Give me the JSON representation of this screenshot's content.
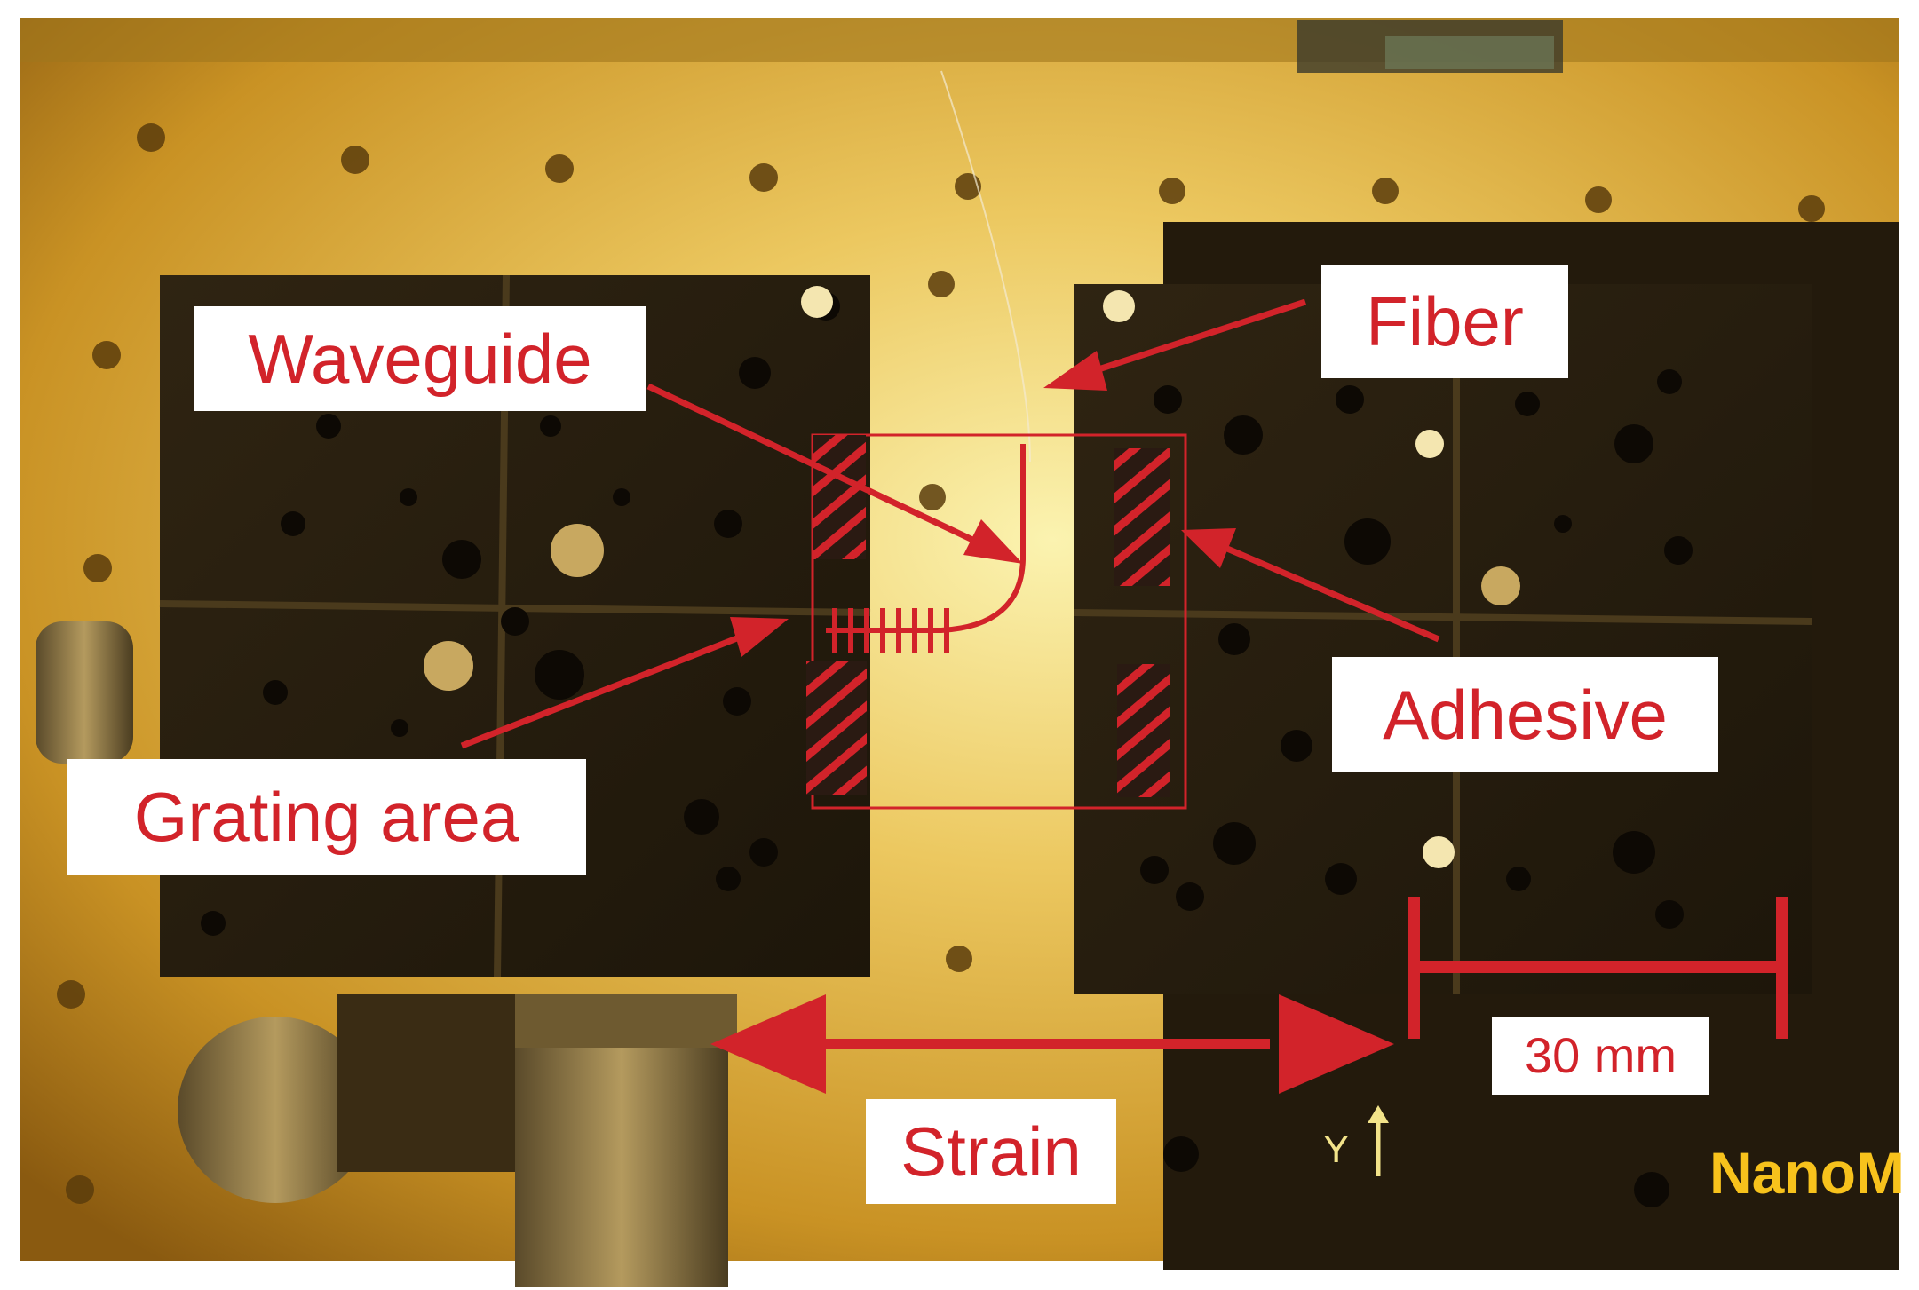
{
  "labels": {
    "waveguide": "Waveguide",
    "fiber": "Fiber",
    "grating_area": "Grating area",
    "adhesive": "Adhesive",
    "strain": "Strain",
    "scale_bar": "30 mm"
  },
  "stage": {
    "axis_label": "Y",
    "brand_partial": "NanoM"
  },
  "colors": {
    "annotation": "#d2232a",
    "label_bg": "#ffffff",
    "stage_body": "#2a200f",
    "breadboard": "#d9a83a",
    "brand": "#f7c21c"
  }
}
